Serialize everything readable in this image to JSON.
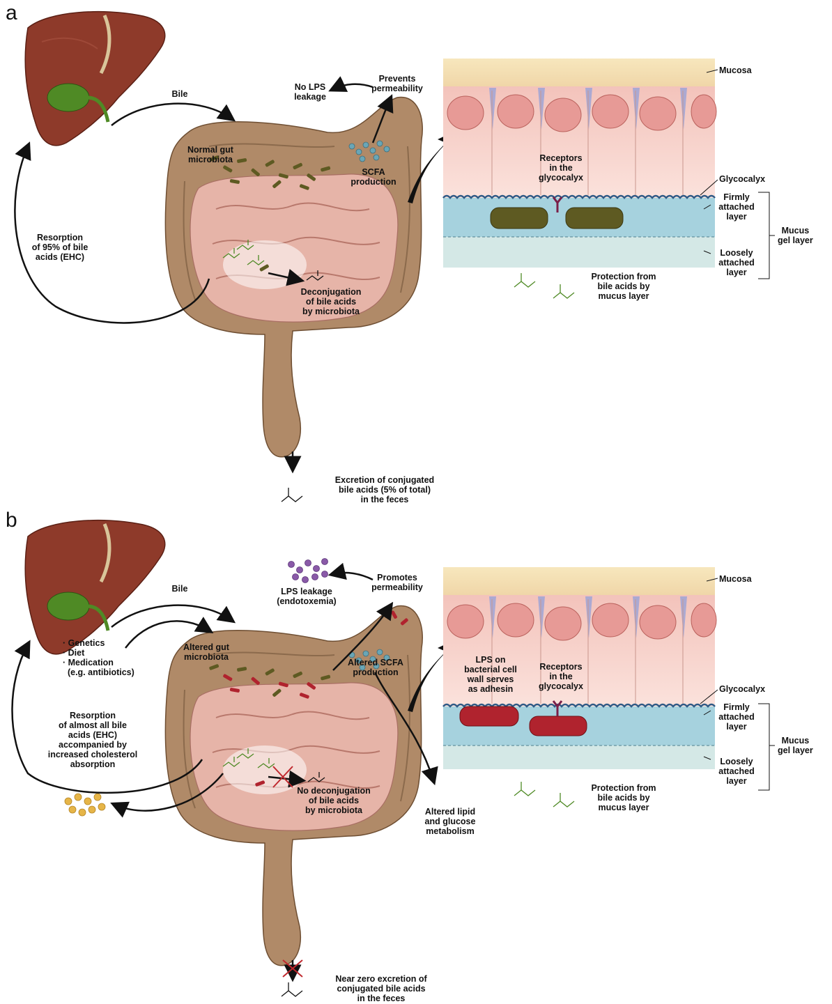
{
  "panel_a": {
    "letter": "a",
    "bile": "Bile",
    "no_lps": "No LPS\nleakage",
    "prevents": "Prevents\npermeability",
    "normal_microbiota": "Normal gut\nmicrobiota",
    "scfa": "SCFA\nproduction",
    "resorption": "Resorption\nof 95% of bile\nacids (EHC)",
    "deconjugation": "Deconjugation\nof bile acids\nby microbiota",
    "excretion": "Excretion of conjugated\nbile acids (5% of total)\nin the feces",
    "inset": {
      "mucosa": "Mucosa",
      "receptors": "Receptors\nin the\nglycocalyx",
      "glycocalyx": "Glycocalyx",
      "firmly": "Firmly\nattached\nlayer",
      "mucus_gel": "Mucus\ngel layer",
      "loosely": "Loosely\nattached\nlayer",
      "protection": "Protection from\nbile acids by\nmucus layer"
    }
  },
  "panel_b": {
    "letter": "b",
    "bile": "Bile",
    "lps_leakage": "LPS leakage\n(endotoxemia)",
    "promotes": "Promotes\npermeability",
    "factors": "· Genetics\n· Diet\n· Medication\n  (e.g. antibiotics)",
    "altered_microbiota": "Altered gut\nmicrobiota",
    "altered_scfa": "Altered SCFA\nproduction",
    "resorption": "Resorption\nof almost all bile\nacids (EHC)\naccompanied by\nincreased cholesterol\nabsorption",
    "no_deconjugation": "No deconjugation\nof bile acids\nby microbiota",
    "altered_metabolism": "Altered lipid\nand glucose\nmetabolism",
    "excretion": "Near zero excretion of\nconjugated bile acids\nin the feces",
    "inset": {
      "mucosa": "Mucosa",
      "lps_adhesin": "LPS on\nbacterial cell\nwall serves\nas adhesin",
      "receptors": "Receptors\nin the\nglycocalyx",
      "glycocalyx": "Glycocalyx",
      "firmly": "Firmly\nattached\nlayer",
      "mucus_gel": "Mucus\ngel layer",
      "loosely": "Loosely\nattached\nlayer",
      "protection": "Protection from\nbile acids by\nmucus layer"
    }
  },
  "colors": {
    "liver": "#8e3a2a",
    "gallbladder": "#4f8a25",
    "intestine_large": "#b08a68",
    "intestine_small": "#e6b4a8",
    "bacteria_normal": "#5e5a22",
    "bacteria_altered": "#b0232e",
    "scfa": "#6aa6b6",
    "lps": "#8a5aa8",
    "cholesterol": "#e6b548",
    "mucosa": "#f5e4b8",
    "mucus_firm": "#a6d2de",
    "mucus_loose": "#d4e8e6"
  }
}
